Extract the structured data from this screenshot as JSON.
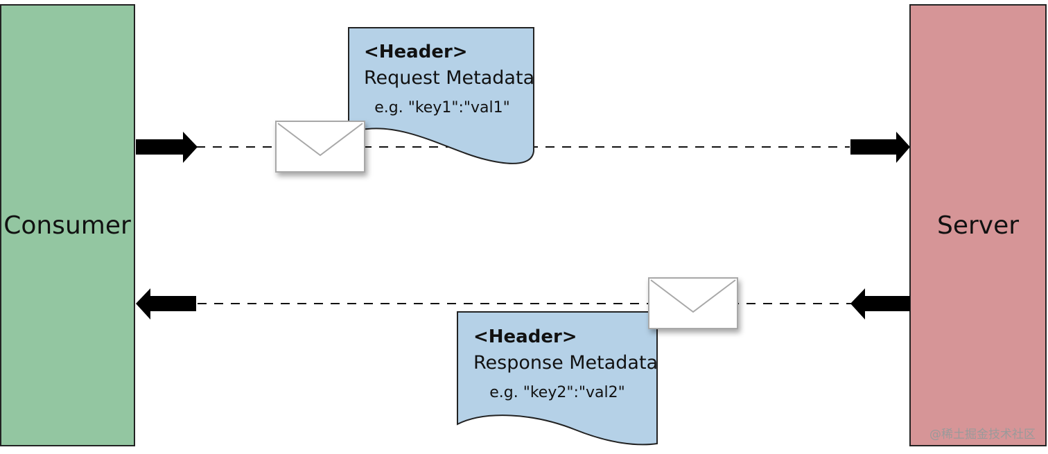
{
  "diagram": {
    "consumer": {
      "label": "Consumer",
      "color": "#93c6a1"
    },
    "server": {
      "label": "Server",
      "color": "#d69597"
    },
    "request_note": {
      "header": "<Header>",
      "title": "Request Metadata",
      "example": "e.g. \"key1\":\"val1\"",
      "color": "#b5d1e7"
    },
    "response_note": {
      "header": "<Header>",
      "title": "Response Metadata",
      "example": "e.g. \"key2\":\"val2\"",
      "color": "#b5d1e7"
    },
    "envelope_icon": "envelope-icon",
    "arrow_icon": "arrow-icon"
  },
  "watermark": "@稀土掘金技术社区"
}
